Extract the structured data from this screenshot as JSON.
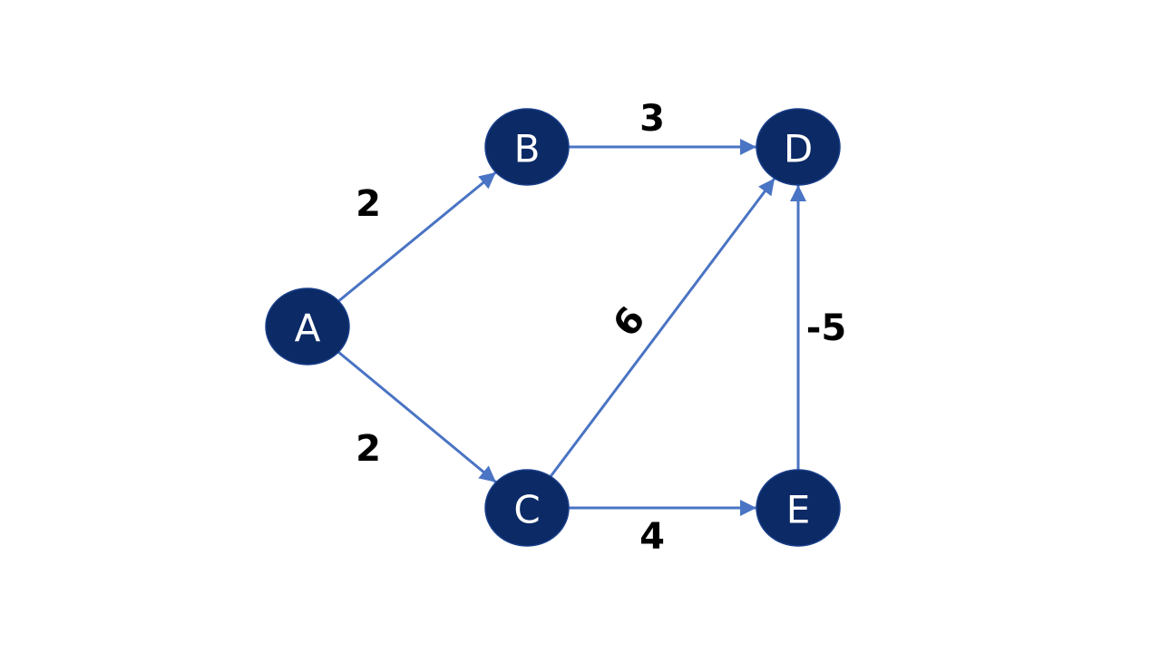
{
  "colors": {
    "node_fill": "#0b2a66",
    "node_stroke": "#1a3f8a",
    "edge": "#4a74c4",
    "node_text": "#ffffff",
    "weight_text": "#000000"
  },
  "graph": {
    "directed": true,
    "nodes": [
      {
        "id": "A",
        "label": "A"
      },
      {
        "id": "B",
        "label": "B"
      },
      {
        "id": "C",
        "label": "C"
      },
      {
        "id": "D",
        "label": "D"
      },
      {
        "id": "E",
        "label": "E"
      }
    ],
    "edges": [
      {
        "from": "A",
        "to": "B",
        "weight": "2"
      },
      {
        "from": "A",
        "to": "C",
        "weight": "2"
      },
      {
        "from": "B",
        "to": "D",
        "weight": "3"
      },
      {
        "from": "C",
        "to": "D",
        "weight": "6"
      },
      {
        "from": "C",
        "to": "E",
        "weight": "4"
      },
      {
        "from": "E",
        "to": "D",
        "weight": "-5"
      }
    ]
  }
}
